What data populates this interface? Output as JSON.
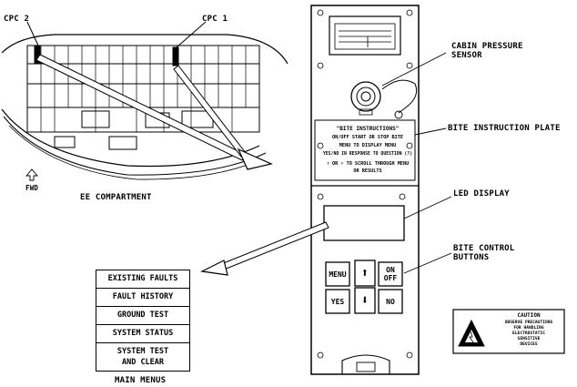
{
  "labels": {
    "cpc2": "CPC 2",
    "cpc1": "CPC 1",
    "fwd": "FWD",
    "ee_compartment": "EE COMPARTMENT",
    "cabin_pressure_sensor_line1": "CABIN PRESSURE",
    "cabin_pressure_sensor_line2": "SENSOR",
    "bite_instruction_plate": "BITE INSTRUCTION PLATE",
    "led_display": "LED DISPLAY",
    "bite_control_line1": "BITE CONTROL",
    "bite_control_line2": "BUTTONS",
    "main_menus": "MAIN MENUS"
  },
  "menu_items": [
    "EXISTING FAULTS",
    "FAULT HISTORY",
    "GROUND TEST",
    "SYSTEM STATUS",
    "SYSTEM TEST\nAND CLEAR"
  ],
  "bite_plate_lines": [
    "\"BITE INSTRUCTIONS\"",
    "ON/OFF START OR STOP BITE",
    "MENU TO DISPLAY MENU",
    "YES/NO IN RESPONSE TO QUESTION (?)",
    "⬆ OR ⬇ TO SCROLL THROUGH MENU",
    "OR RESULTS"
  ],
  "keys": {
    "menu": "MENU",
    "on_off": "ON\nOFF",
    "yes": "YES",
    "no": "NO",
    "up": "⬆",
    "down": "⬇"
  },
  "caution": {
    "title": "CAUTION",
    "lines": [
      "OBSERVE PRECAUTIONS",
      "FOR HANDLING",
      "ELECTROSTATIC",
      "SENSITIVE",
      "DEVICES"
    ]
  }
}
